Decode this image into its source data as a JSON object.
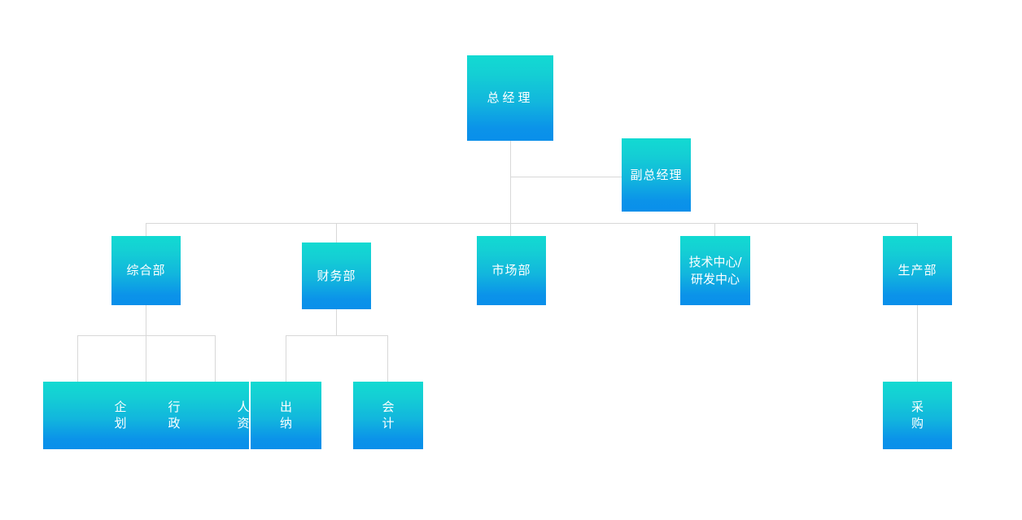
{
  "chart": {
    "type": "org-chart",
    "title": "",
    "background_color": "#ffffff",
    "node_gradient": {
      "from": "#12dad2",
      "to": "#0a8fea"
    },
    "connector_color": "#d8d8d8",
    "text_color": "#ffffff"
  },
  "nodes": {
    "general_manager": "总经理",
    "deputy_general_manager": "副总经理",
    "general_affairs": "综合部",
    "finance": "财务部",
    "marketing": "市场部",
    "tech_center": "技术中心/\n研发中心",
    "production": "生产部",
    "planning": "企划",
    "administration": "行政",
    "human_resources": "人资",
    "cashier": "出纳",
    "accounting": "会计",
    "purchasing": "采购"
  },
  "chart_data": {
    "type": "org-chart",
    "levels": [
      {
        "level": 1,
        "items": [
          "总经理"
        ]
      },
      {
        "level": 2,
        "items": [
          "副总经理"
        ]
      },
      {
        "level": 3,
        "items": [
          "综合部",
          "财务部",
          "市场部",
          "技术中心/研发中心",
          "生产部"
        ]
      },
      {
        "level": 4,
        "items": [
          "企划",
          "行政",
          "人资",
          "出纳",
          "会计",
          "采购"
        ]
      }
    ],
    "edges": [
      {
        "from": "总经理",
        "to": "副总经理"
      },
      {
        "from": "总经理",
        "to": "综合部"
      },
      {
        "from": "总经理",
        "to": "财务部"
      },
      {
        "from": "总经理",
        "to": "市场部"
      },
      {
        "from": "总经理",
        "to": "技术中心/研发中心"
      },
      {
        "from": "总经理",
        "to": "生产部"
      },
      {
        "from": "综合部",
        "to": "企划"
      },
      {
        "from": "综合部",
        "to": "行政"
      },
      {
        "from": "综合部",
        "to": "人资"
      },
      {
        "from": "财务部",
        "to": "出纳"
      },
      {
        "from": "财务部",
        "to": "会计"
      },
      {
        "from": "生产部",
        "to": "采购"
      }
    ]
  }
}
